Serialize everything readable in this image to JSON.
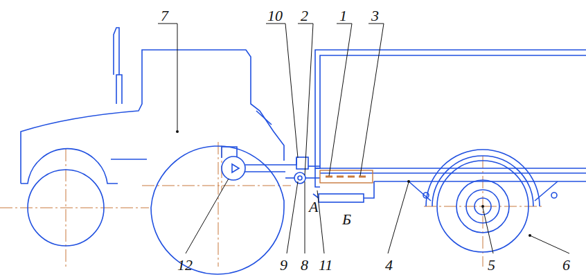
{
  "diagram": {
    "labels": [
      "7",
      "10",
      "2",
      "1",
      "3",
      "А",
      "Б",
      "12",
      "9",
      "8",
      "11",
      "4",
      "5",
      "6"
    ]
  }
}
